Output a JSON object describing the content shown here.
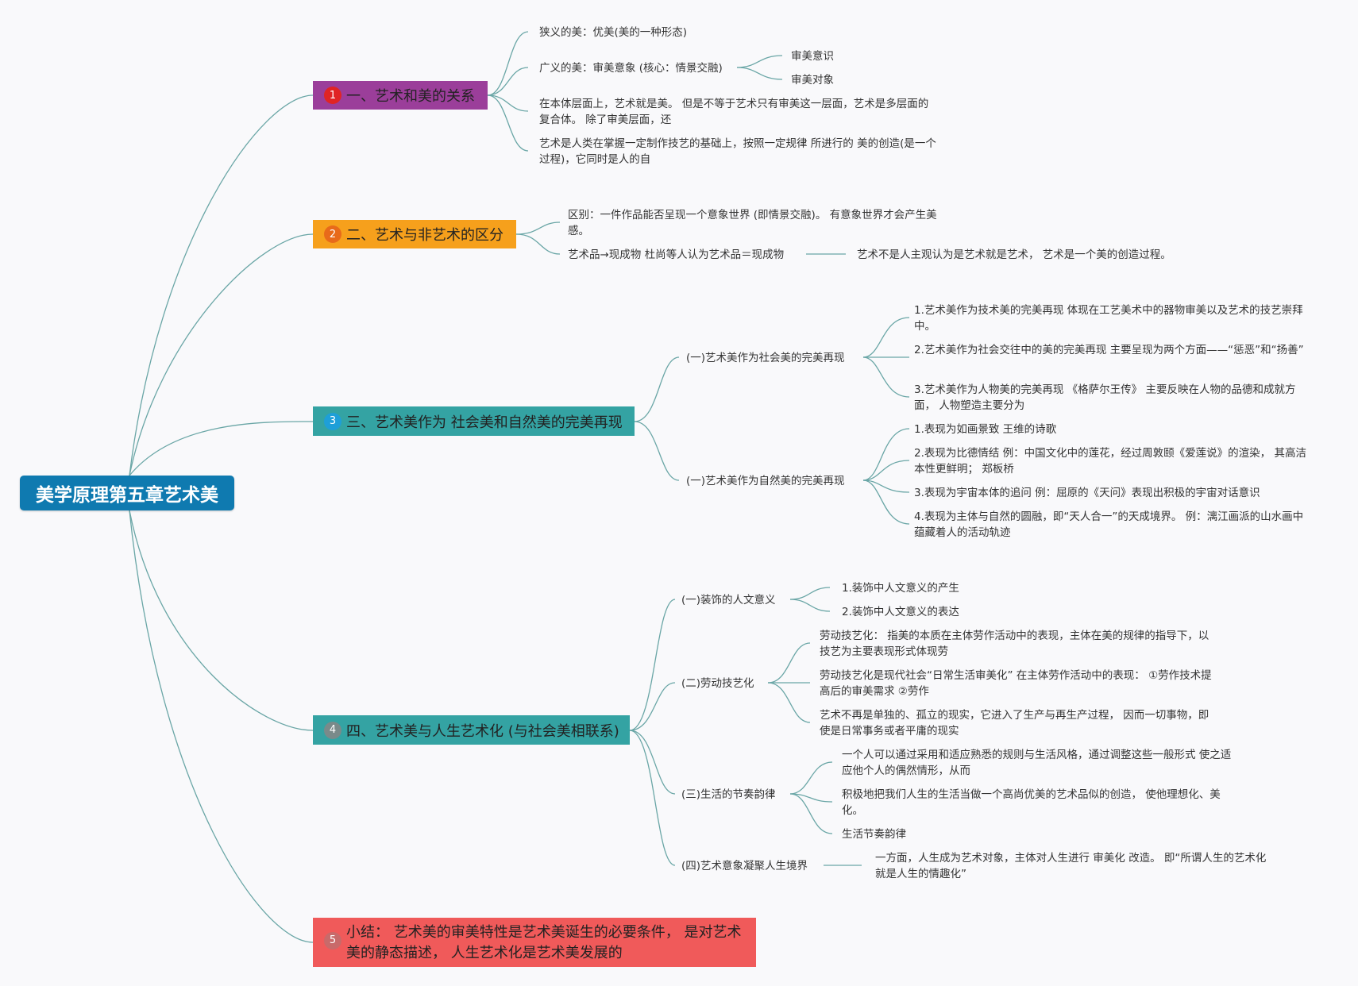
{
  "root": {
    "label": "美学原理第五章艺术美"
  },
  "colors": {
    "root": "#0f7ab0",
    "b1": "#9b3e9a",
    "b2": "#f6a01c",
    "b3": "#34a3a3",
    "b4": "#34a3a3",
    "b5": "#f05a5a",
    "line": "#6aa6a6"
  },
  "b1": {
    "badge": "1",
    "label": "一、艺术和美的关系",
    "c1": "狭义的美：优美(美的一种形态)",
    "c2": "广义的美：审美意象 (核心：情景交融)",
    "c2a": "审美意识",
    "c2b": "审美对象",
    "c3": "在本体层面上，艺术就是美。 但是不等于艺术只有审美这一层面，艺术是多层面的复合体。 除了审美层面，还",
    "c4": "艺术是人类在掌握一定制作技艺的基础上，按照一定规律 所进行的 美的创造(是一个过程)，它同时是人的自"
  },
  "b2": {
    "badge": "2",
    "label": "二、艺术与非艺术的区分",
    "c1": "区别：一件作品能否呈现一个意象世界 (即情景交融)。 有意象世界才会产生美感。",
    "c2": "艺术品→现成物 杜尚等人认为艺术品＝现成物",
    "c2a": "艺术不是人主观认为是艺术就是艺术， 艺术是一个美的创造过程。"
  },
  "b3": {
    "badge": "3",
    "label": "三、艺术美作为 社会美和自然美的完美再现",
    "s1": "(一)艺术美作为社会美的完美再现",
    "s1a": "1.艺术美作为技术美的完美再现 体现在工艺美术中的器物审美以及艺术的技艺崇拜中。",
    "s1b": "2.艺术美作为社会交往中的美的完美再现 主要呈现为两个方面——“惩恶”和“扬善”",
    "s1c": "3.艺术美作为人物美的完美再现 《格萨尔王传》 主要反映在人物的品德和成就方面， 人物塑造主要分为",
    "s2": "(一)艺术美作为自然美的完美再现",
    "s2a": "1.表现为如画景致 王维的诗歌",
    "s2b": "2.表现为比德情结 例：中国文化中的莲花，经过周敦颐《爱莲说》的渲染， 其高洁本性更鲜明； 郑板桥",
    "s2c": "3.表现为宇宙本体的追问 例：屈原的《天问》表现出积极的宇宙对话意识",
    "s2d": "4.表现为主体与自然的圆融，即“天人合一”的天成境界。 例：漓江画派的山水画中蕴藏着人的活动轨迹"
  },
  "b4": {
    "badge": "4",
    "label": "四、艺术美与人生艺术化 (与社会美相联系)",
    "s1": "(一)装饰的人文意义",
    "s1a": "1.装饰中人文意义的产生",
    "s1b": "2.装饰中人文意义的表达",
    "s2": "(二)劳动技艺化",
    "s2a": "劳动技艺化： 指美的本质在主体劳作活动中的表现，主体在美的规律的指导下，以技艺为主要表现形式体现劳",
    "s2b": "劳动技艺化是现代社会“日常生活审美化” 在主体劳作活动中的表现： ①劳作技术提高后的审美需求 ②劳作",
    "s2c": "艺术不再是单独的、孤立的现实，它进入了生产与再生产过程， 因而一切事物，即使是日常事务或者平庸的现实",
    "s3": "(三)生活的节奏韵律",
    "s3a": "一个人可以通过采用和适应熟悉的规则与生活风格，通过调整这些一般形式 使之适应他个人的偶然情形，从而",
    "s3b": "积极地把我们人生的生活当做一个高尚优美的艺术品似的创造， 使他理想化、美化。",
    "s3c": "生活节奏韵律",
    "s4": "(四)艺术意象凝聚人生境界",
    "s4a": "一方面，人生成为艺术对象，主体对人生进行 审美化 改造。 即“所谓人生的艺术化就是人生的情趣化”"
  },
  "b5": {
    "badge": "5",
    "label": "小结： 艺术美的审美特性是艺术美诞生的必要条件， 是对艺术美的静态描述， 人生艺术化是艺术美发展的"
  }
}
